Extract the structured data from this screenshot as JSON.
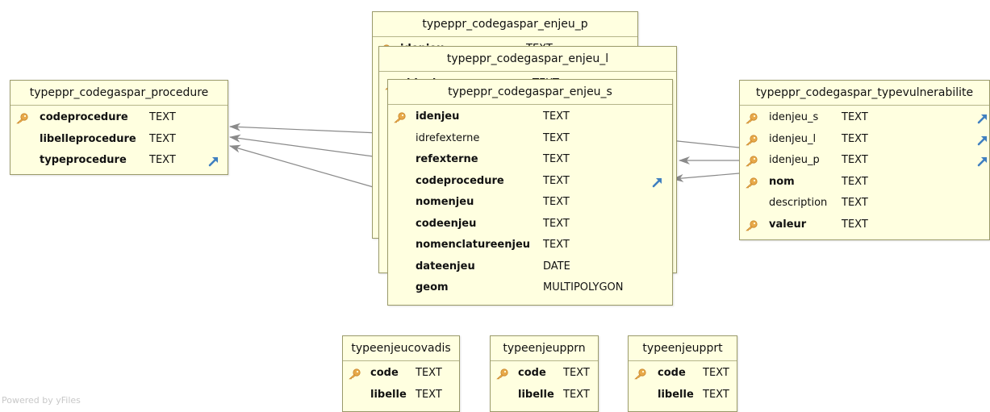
{
  "tables": [
    {
      "id": "enjeu_p",
      "title": "typeppr_codegaspar_enjeu_p",
      "columns": [
        {
          "name": "idenjeu",
          "type": "TEXT",
          "bold": true,
          "key": true,
          "fk": false
        }
      ]
    },
    {
      "id": "enjeu_l",
      "title": "typeppr_codegaspar_enjeu_l",
      "columns": [
        {
          "name": "idenjeu",
          "type": "TEXT",
          "bold": true,
          "key": true,
          "fk": false
        }
      ]
    },
    {
      "id": "enjeu_s",
      "title": "typeppr_codegaspar_enjeu_s",
      "columns": [
        {
          "name": "idenjeu",
          "type": "TEXT",
          "bold": true,
          "key": true,
          "fk": false
        },
        {
          "name": "idrefexterne",
          "type": "TEXT",
          "bold": false,
          "key": false,
          "fk": false
        },
        {
          "name": "refexterne",
          "type": "TEXT",
          "bold": true,
          "key": false,
          "fk": false
        },
        {
          "name": "codeprocedure",
          "type": "TEXT",
          "bold": true,
          "key": false,
          "fk": true
        },
        {
          "name": "nomenjeu",
          "type": "TEXT",
          "bold": true,
          "key": false,
          "fk": false
        },
        {
          "name": "codeenjeu",
          "type": "TEXT",
          "bold": true,
          "key": false,
          "fk": false
        },
        {
          "name": "nomenclatureenjeu",
          "type": "TEXT",
          "bold": true,
          "key": false,
          "fk": false
        },
        {
          "name": "dateenjeu",
          "type": "DATE",
          "bold": true,
          "key": false,
          "fk": false
        },
        {
          "name": "geom",
          "type": "MULTIPOLYGON",
          "bold": true,
          "key": false,
          "fk": false
        }
      ]
    },
    {
      "id": "procedure",
      "title": "typeppr_codegaspar_procedure",
      "columns": [
        {
          "name": "codeprocedure",
          "type": "TEXT",
          "bold": true,
          "key": true,
          "fk": false
        },
        {
          "name": "libelleprocedure",
          "type": "TEXT",
          "bold": true,
          "key": false,
          "fk": false
        },
        {
          "name": "typeprocedure",
          "type": "TEXT",
          "bold": true,
          "key": false,
          "fk": true
        }
      ]
    },
    {
      "id": "typevulnerabilite",
      "title": "typeppr_codegaspar_typevulnerabilite",
      "columns": [
        {
          "name": "idenjeu_s",
          "type": "TEXT",
          "bold": false,
          "key": true,
          "fk": true
        },
        {
          "name": "idenjeu_l",
          "type": "TEXT",
          "bold": false,
          "key": true,
          "fk": true
        },
        {
          "name": "idenjeu_p",
          "type": "TEXT",
          "bold": false,
          "key": true,
          "fk": true
        },
        {
          "name": "nom",
          "type": "TEXT",
          "bold": true,
          "key": true,
          "fk": false
        },
        {
          "name": "description",
          "type": "TEXT",
          "bold": false,
          "key": false,
          "fk": false
        },
        {
          "name": "valeur",
          "type": "TEXT",
          "bold": true,
          "key": true,
          "fk": false
        }
      ]
    },
    {
      "id": "covadis",
      "title": "typeenjeucovadis",
      "columns": [
        {
          "name": "code",
          "type": "TEXT",
          "bold": true,
          "key": true,
          "fk": false
        },
        {
          "name": "libelle",
          "type": "TEXT",
          "bold": true,
          "key": false,
          "fk": false
        }
      ]
    },
    {
      "id": "upprn",
      "title": "typeenjeupprn",
      "columns": [
        {
          "name": "code",
          "type": "TEXT",
          "bold": true,
          "key": true,
          "fk": false
        },
        {
          "name": "libelle",
          "type": "TEXT",
          "bold": true,
          "key": false,
          "fk": false
        }
      ]
    },
    {
      "id": "upprt",
      "title": "typeenjeupprt",
      "columns": [
        {
          "name": "code",
          "type": "TEXT",
          "bold": true,
          "key": true,
          "fk": false
        },
        {
          "name": "libelle",
          "type": "TEXT",
          "bold": true,
          "key": false,
          "fk": false
        }
      ]
    }
  ],
  "watermark": "Powered by yFiles",
  "colors": {
    "table_fill": "#ffffe0",
    "table_border": "#9a9a6a",
    "key_icon": "#e8a94a",
    "fk_icon": "#3f7fc0",
    "edge": "#8a8a8a"
  },
  "icons": {
    "primary_key": "key-icon",
    "foreign_key": "arrow-up-right-icon"
  }
}
